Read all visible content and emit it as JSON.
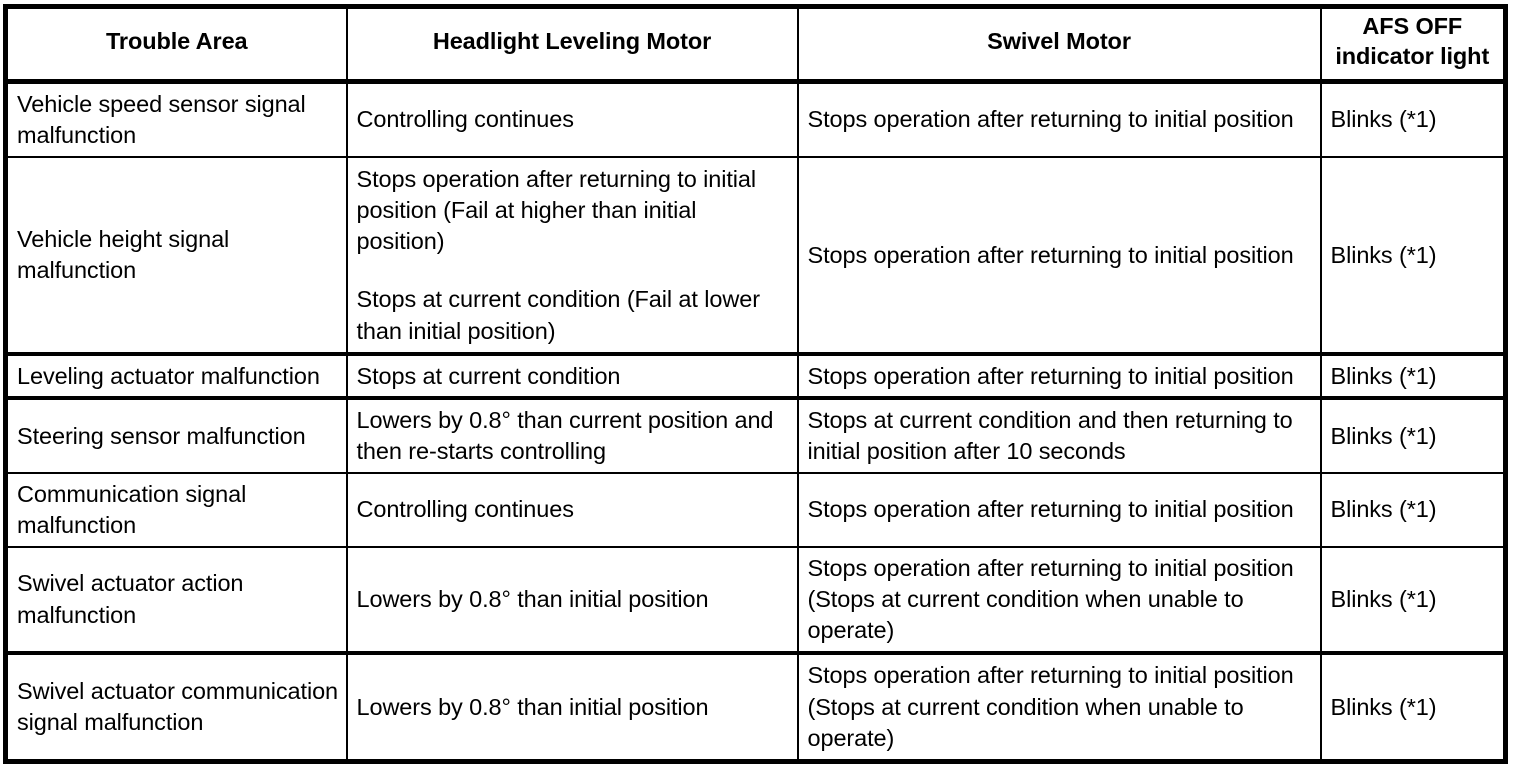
{
  "table": {
    "columns": [
      {
        "key": "trouble_area",
        "label": "Trouble Area"
      },
      {
        "key": "headlight_leveling_motor",
        "label": "Headlight Leveling Motor"
      },
      {
        "key": "swivel_motor",
        "label": "Swivel Motor"
      },
      {
        "key": "afs_off_indicator_light",
        "label": "AFS OFF\nindicator light"
      }
    ],
    "header": {
      "col0": "Trouble Area",
      "col1": "Headlight Leveling Motor",
      "col2": "Swivel Motor",
      "col3_line1": "AFS OFF",
      "col3_line2": "indicator light"
    },
    "rows": [
      {
        "trouble_area": "Vehicle speed sensor signal malfunction",
        "headlight_leveling_motor": "Controlling continues",
        "headlight_leveling_motor_2": "",
        "swivel_motor": "Stops operation after returning to initial position",
        "afs_off_indicator_light": "Blinks (*1)"
      },
      {
        "trouble_area": "Vehicle height signal malfunction",
        "headlight_leveling_motor": "Stops operation after returning to initial position (Fail at higher than initial position)",
        "headlight_leveling_motor_2": "Stops at current condition (Fail at lower than initial position)",
        "swivel_motor": "Stops operation after returning to initial position",
        "afs_off_indicator_light": "Blinks (*1)"
      },
      {
        "trouble_area": "Leveling actuator malfunction",
        "headlight_leveling_motor": "Stops at current condition",
        "headlight_leveling_motor_2": "",
        "swivel_motor": "Stops operation after returning to initial position",
        "afs_off_indicator_light": "Blinks (*1)"
      },
      {
        "trouble_area": "Steering sensor malfunction",
        "headlight_leveling_motor": "Lowers by 0.8° than current position and then re-starts controlling",
        "headlight_leveling_motor_2": "",
        "swivel_motor": "Stops at current condition and then returning to initial position after 10 seconds",
        "afs_off_indicator_light": "Blinks (*1)"
      },
      {
        "trouble_area": "Communication signal malfunction",
        "headlight_leveling_motor": "Controlling continues",
        "headlight_leveling_motor_2": "",
        "swivel_motor": "Stops operation after returning to initial position",
        "afs_off_indicator_light": "Blinks (*1)"
      },
      {
        "trouble_area": "Swivel actuator action malfunction",
        "headlight_leveling_motor": "Lowers by 0.8° than initial position",
        "headlight_leveling_motor_2": "",
        "swivel_motor": "Stops operation after returning to initial position (Stops at current condition when unable to operate)",
        "afs_off_indicator_light": "Blinks (*1)"
      },
      {
        "trouble_area": "Swivel actuator communication signal malfunction",
        "headlight_leveling_motor": "Lowers by 0.8° than initial position",
        "headlight_leveling_motor_2": "",
        "swivel_motor": "Stops operation after returning to initial position (Stops at current condition when unable to operate)",
        "afs_off_indicator_light": "Blinks (*1)"
      }
    ]
  },
  "colors": {
    "border": "#000000",
    "text": "#000000",
    "background": "#ffffff"
  }
}
